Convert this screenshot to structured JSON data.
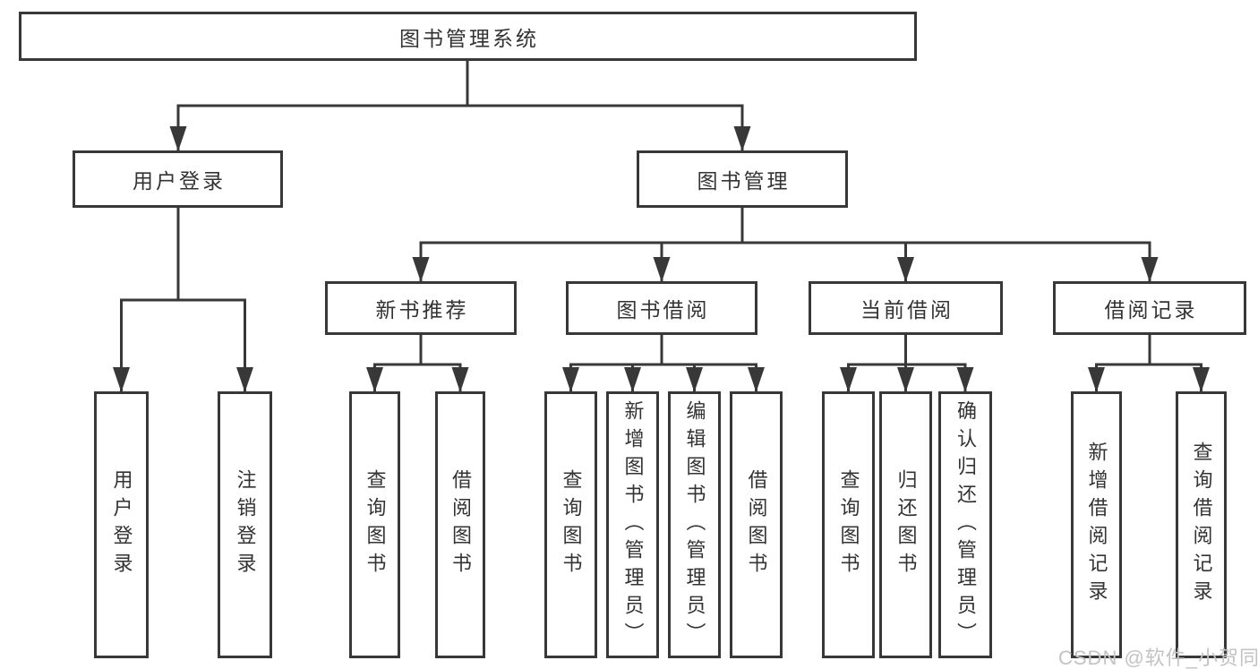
{
  "diagram": {
    "type": "hierarchy-tree",
    "title": "图书管理系统",
    "level2": {
      "user_login": "用户登录",
      "book_mgmt": "图书管理"
    },
    "level3": {
      "new_rec": "新书推荐",
      "book_borrow": "图书借阅",
      "current_borrow": "当前借阅",
      "borrow_record": "借阅记录"
    },
    "leaves": {
      "user_login": "用户登录",
      "logout": "注销登录",
      "rec_query": "查询图书",
      "rec_borrow": "借阅图书",
      "bb_query": "查询图书",
      "bb_add": "新增图书（管理员）",
      "bb_edit": "编辑图书（管理员）",
      "bb_borrow": "借阅图书",
      "cb_query": "查询图书",
      "cb_return": "归还图书",
      "cb_confirm": "确认归还（管理员）",
      "br_add": "新增借阅记录",
      "br_query": "查询借阅记录"
    },
    "edges": [
      [
        "图书管理系统",
        "用户登录"
      ],
      [
        "图书管理系统",
        "图书管理"
      ],
      [
        "用户登录",
        "用户登录(子)"
      ],
      [
        "用户登录",
        "注销登录"
      ],
      [
        "图书管理",
        "新书推荐"
      ],
      [
        "图书管理",
        "图书借阅"
      ],
      [
        "图书管理",
        "当前借阅"
      ],
      [
        "图书管理",
        "借阅记录"
      ],
      [
        "新书推荐",
        "查询图书"
      ],
      [
        "新书推荐",
        "借阅图书"
      ],
      [
        "图书借阅",
        "查询图书"
      ],
      [
        "图书借阅",
        "新增图书（管理员）"
      ],
      [
        "图书借阅",
        "编辑图书（管理员）"
      ],
      [
        "图书借阅",
        "借阅图书"
      ],
      [
        "当前借阅",
        "查询图书"
      ],
      [
        "当前借阅",
        "归还图书"
      ],
      [
        "当前借阅",
        "确认归还（管理员）"
      ],
      [
        "借阅记录",
        "新增借阅记录"
      ],
      [
        "借阅记录",
        "查询借阅记录"
      ]
    ]
  },
  "watermark": "CSDN @软件_小贺同学",
  "colors": {
    "line": "#383838",
    "text": "#333333",
    "watermark": "#c3c3c3",
    "background": "#ffffff"
  }
}
